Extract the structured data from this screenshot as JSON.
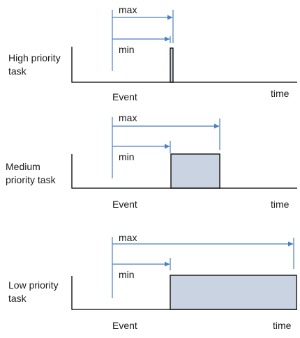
{
  "panels": [
    {
      "task_label_lines": [
        "High priority",
        "task"
      ],
      "max_label": "max",
      "min_label": "min",
      "event_label": "Event",
      "time_label": "time"
    },
    {
      "task_label_lines": [
        "Medium",
        "priority task"
      ],
      "max_label": "max",
      "min_label": "min",
      "event_label": "Event",
      "time_label": "time"
    },
    {
      "task_label_lines": [
        "Low priority",
        "task"
      ],
      "max_label": "max",
      "min_label": "min",
      "event_label": "Event",
      "time_label": "time"
    }
  ],
  "colors": {
    "arrow": "#4a7fc0",
    "bar_fill": "#c9d3e2",
    "axis": "#000000"
  }
}
